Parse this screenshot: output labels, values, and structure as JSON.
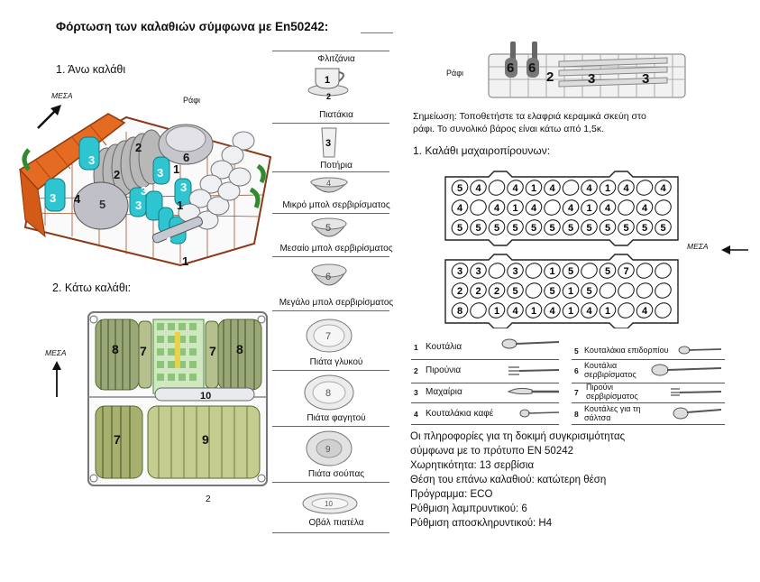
{
  "title": "Φόρτωση των καλαθιών σύμφωνα με En50242:",
  "upper": {
    "heading": "1. Άνω καλάθι",
    "front": "ΜΕΣΑ",
    "shelf": "Ράφι",
    "numbers": [
      "6",
      "2",
      "3",
      "2",
      "3",
      "1",
      "3",
      "3",
      "3",
      "4",
      "5",
      "3",
      "1",
      "1",
      "1"
    ]
  },
  "lower": {
    "heading": "2. Κάτω καλάθι:",
    "front": "ΜΕΣΑ",
    "numbers": [
      "8",
      "7",
      "7",
      "8",
      "10",
      "7",
      "9"
    ],
    "bottom_label": "2"
  },
  "items": [
    {
      "label": "Φλιτζάνια",
      "num": "1"
    },
    {
      "label": "Πιατάκια",
      "num": "2"
    },
    {
      "label": "Ποτήρια",
      "num": "3"
    },
    {
      "label": "Μικρό μπολ σερβιρίσματος",
      "num": "4"
    },
    {
      "label": "Μεσαίο μπολ σερβιρίσματος",
      "num": "5"
    },
    {
      "label": "Μεγάλο μπολ σερβιρίσματος",
      "num": "6"
    },
    {
      "label": "Πιάτα γλυκού",
      "num": "7"
    },
    {
      "label": "Πιάτα φαγητού",
      "num": "8"
    },
    {
      "label": "Πιάτα σούπας",
      "num": "9"
    },
    {
      "label": "Οβάλ πιατέλα",
      "num": "10"
    }
  ],
  "shelf": {
    "label": "Ράφι",
    "numbers": [
      "6",
      "6",
      "2",
      "3",
      "3"
    ],
    "note_line1": "Σημείωση: Τοποθετήστε τα ελαφριά κεραμικά σκεύη στο",
    "note_line2": "ράφι. Το συνολικό βάρος είναι κάτω από 1,5κ."
  },
  "cutlery": {
    "heading": "1. Καλάθι μαχαιροπίρουνων:",
    "front": "ΜΕΣΑ",
    "top_basket": [
      [
        "5",
        "4",
        "",
        "4",
        "1",
        "4",
        "",
        "4",
        "1",
        "4",
        "",
        "4"
      ],
      [
        "4",
        "",
        "4",
        "1",
        "4",
        "",
        "4",
        "1",
        "4",
        "",
        "4",
        ""
      ],
      [
        "5",
        "5",
        "5",
        "5",
        "5",
        "5",
        "5",
        "5",
        "5",
        "5",
        "5",
        "5"
      ]
    ],
    "bottom_basket": [
      [
        "3",
        "3",
        "",
        "3",
        "",
        "1",
        "5",
        "",
        "5",
        "7",
        "",
        ""
      ],
      [
        "2",
        "2",
        "2",
        "5",
        "",
        "5",
        "1",
        "5",
        "",
        "",
        "",
        ""
      ],
      [
        "8",
        "",
        "1",
        "4",
        "1",
        "4",
        "1",
        "4",
        "1",
        "",
        "4",
        ""
      ]
    ],
    "legend": [
      {
        "num": "1",
        "label": "Κουτάλια"
      },
      {
        "num": "2",
        "label": "Πιρούνια"
      },
      {
        "num": "3",
        "label": "Μαχαίρια"
      },
      {
        "num": "4",
        "label": "Κουταλάκια καφέ"
      },
      {
        "num": "5",
        "label": "Κουταλάκια επιδορπίου"
      },
      {
        "num": "6",
        "label": "Κουτάλια σερβιρίσματος"
      },
      {
        "num": "7",
        "label": "Πιρούνι σερβιρίσματος"
      },
      {
        "num": "8",
        "label": "Κουτάλες για τη σάλτσα"
      }
    ]
  },
  "info": {
    "line1": "Οι πληροφορίες για τη δοκιμή συγκρισιμότητας",
    "line2": "σύμφωνα με το πρότυπο EN 50242",
    "capacity": "Χωρητικότητα: 13 σερβίσια",
    "upper_position": "Θέση του επάνω καλαθιού: κατώτερη θέση",
    "program": "Πρόγραμμα: ECO",
    "rinse": "Ρύθμιση λαμπρυντικού: 6",
    "softener": "Ρύθμιση αποσκληρυντικού: H4"
  }
}
